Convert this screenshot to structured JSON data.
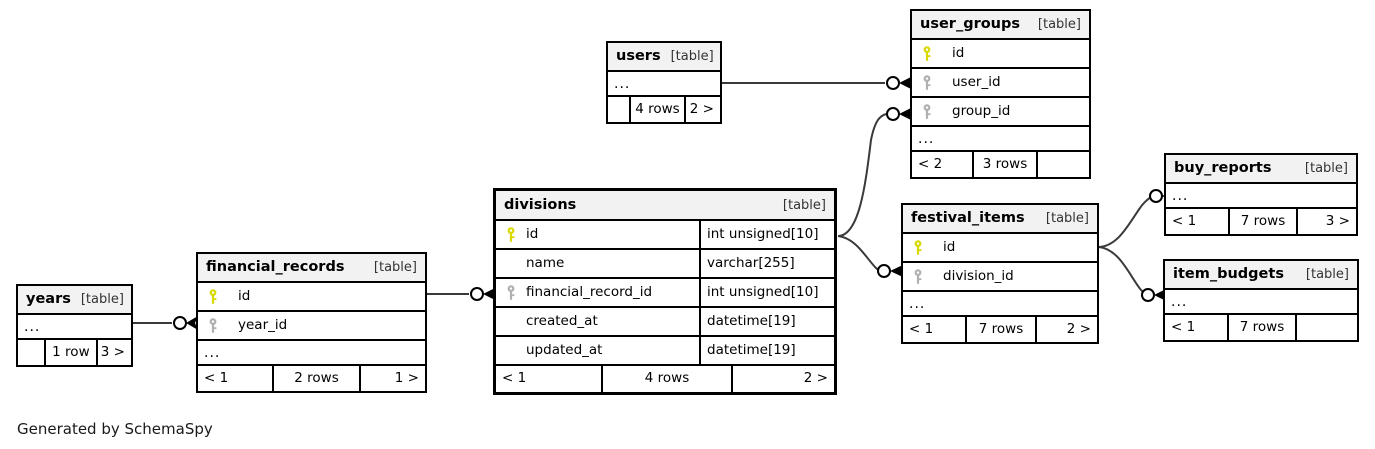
{
  "diagram": {
    "caption": "Generated by SchemaSpy",
    "table_tag": "[table]",
    "ellipsis": "...",
    "colors": {
      "primary_key": "#d9d900",
      "foreign_key": "#b0b0b0",
      "header_bg": "#f2f2f2",
      "border": "#000000",
      "background": "#ffffff",
      "edge": "#3a3a3a"
    }
  },
  "tables": {
    "years": {
      "name": "years",
      "tag": "[table]",
      "body_ellipsis": "...",
      "footer": {
        "left": "",
        "mid": "1 row",
        "right": "3 >"
      },
      "columns": []
    },
    "financial_records": {
      "name": "financial_records",
      "tag": "[table]",
      "body_ellipsis": "...",
      "footer": {
        "left": "< 1",
        "mid": "2 rows",
        "right": "1 >"
      },
      "columns": [
        {
          "key": "primary",
          "label": "id",
          "type": ""
        },
        {
          "key": "foreign",
          "label": "year_id",
          "type": ""
        }
      ]
    },
    "divisions": {
      "name": "divisions",
      "tag": "[table]",
      "body_ellipsis": "",
      "footer": {
        "left": "< 1",
        "mid": "4 rows",
        "right": "2 >"
      },
      "columns": [
        {
          "key": "primary",
          "label": "id",
          "type": "int unsigned[10]"
        },
        {
          "key": "none",
          "label": "name",
          "type": "varchar[255]"
        },
        {
          "key": "foreign",
          "label": "financial_record_id",
          "type": "int unsigned[10]"
        },
        {
          "key": "none",
          "label": "created_at",
          "type": "datetime[19]"
        },
        {
          "key": "none",
          "label": "updated_at",
          "type": "datetime[19]"
        }
      ]
    },
    "users": {
      "name": "users",
      "tag": "[table]",
      "body_ellipsis": "...",
      "footer": {
        "left": "",
        "mid": "4 rows",
        "right": "2 >"
      },
      "columns": []
    },
    "user_groups": {
      "name": "user_groups",
      "tag": "[table]",
      "body_ellipsis": "...",
      "footer": {
        "left": "< 2",
        "mid": "3 rows",
        "right": ""
      },
      "columns": [
        {
          "key": "primary",
          "label": "id",
          "type": ""
        },
        {
          "key": "foreign",
          "label": "user_id",
          "type": ""
        },
        {
          "key": "foreign",
          "label": "group_id",
          "type": ""
        }
      ]
    },
    "festival_items": {
      "name": "festival_items",
      "tag": "[table]",
      "body_ellipsis": "...",
      "footer": {
        "left": "< 1",
        "mid": "7 rows",
        "right": "2 >"
      },
      "columns": [
        {
          "key": "primary",
          "label": "id",
          "type": ""
        },
        {
          "key": "foreign",
          "label": "division_id",
          "type": ""
        }
      ]
    },
    "buy_reports": {
      "name": "buy_reports",
      "tag": "[table]",
      "body_ellipsis": "...",
      "footer": {
        "left": "< 1",
        "mid": "7 rows",
        "right": "3 >"
      },
      "columns": []
    },
    "item_budgets": {
      "name": "item_budgets",
      "tag": "[table]",
      "body_ellipsis": "...",
      "footer": {
        "left": "< 1",
        "mid": "7 rows",
        "right": ""
      },
      "columns": []
    }
  },
  "relationships": [
    {
      "from": "years",
      "to": "financial_records.year_id"
    },
    {
      "from": "financial_records.id",
      "to": "divisions.financial_record_id"
    },
    {
      "from": "divisions.id",
      "to": "user_groups.group_id"
    },
    {
      "from": "divisions.id",
      "to": "festival_items.division_id"
    },
    {
      "from": "users",
      "to": "user_groups.user_id"
    },
    {
      "from": "festival_items.id",
      "to": "buy_reports"
    },
    {
      "from": "festival_items.id",
      "to": "item_budgets"
    }
  ]
}
